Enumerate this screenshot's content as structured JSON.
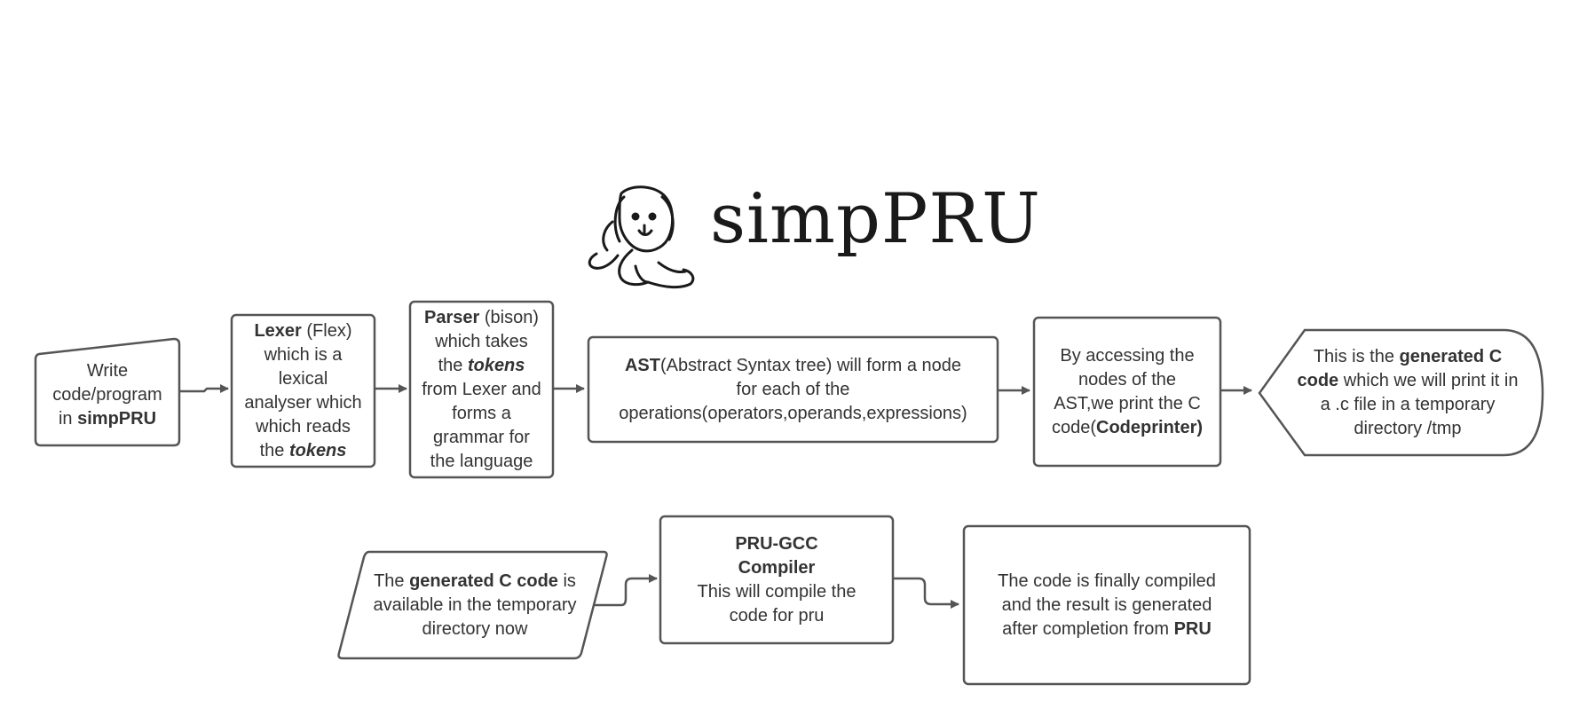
{
  "logo": {
    "title": "simpPRU",
    "icon": "beagle-dog-icon"
  },
  "colors": {
    "stroke": "#555555",
    "text": "#333333",
    "background": "#ffffff"
  },
  "nodes": {
    "write": {
      "l1": "Write",
      "l2": "code/program",
      "l3a": "in ",
      "l3b": "simpPRU"
    },
    "lexer": {
      "l1a": "Lexer",
      "l1b": " (Flex)",
      "l2": "which is a",
      "l3": "lexical",
      "l4": "analyser which",
      "l5": "which reads",
      "l6a": "the ",
      "l6b": "tokens"
    },
    "parser": {
      "l1a": "Parser",
      "l1b": " (bison)",
      "l2": "which takes",
      "l3a": "the ",
      "l3b": "tokens",
      "l4": "from Lexer and",
      "l5": "forms a",
      "l6": "grammar for",
      "l7": "the language"
    },
    "ast": {
      "l1a": "AST",
      "l1b": "(Abstract Syntax tree) will form a node",
      "l2": "for each of the",
      "l3": "operations(operators,operands,expressions)"
    },
    "codeprinter": {
      "l1": "By accessing the",
      "l2": "nodes of the",
      "l3": "AST,we print the C",
      "l4a": "code(",
      "l4b": "Codeprinter)"
    },
    "generated": {
      "l1a": "This is the ",
      "l1b": "generated C",
      "l2a": "code",
      "l2b": " which we will print it in",
      "l3": "a .c file in a temporary",
      "l4": "directory /tmp"
    },
    "available": {
      "l1a": "The ",
      "l1b": "generated C code",
      "l1c": " is",
      "l2": "available in the temporary",
      "l3": "directory now"
    },
    "compiler": {
      "l1": "PRU-GCC",
      "l2": "Compiler",
      "l3": "This will compile the",
      "l4": "code for pru"
    },
    "final": {
      "l1": "The code is finally compiled",
      "l2": "and the result is generated",
      "l3a": "after completion from ",
      "l3b": "PRU"
    }
  }
}
